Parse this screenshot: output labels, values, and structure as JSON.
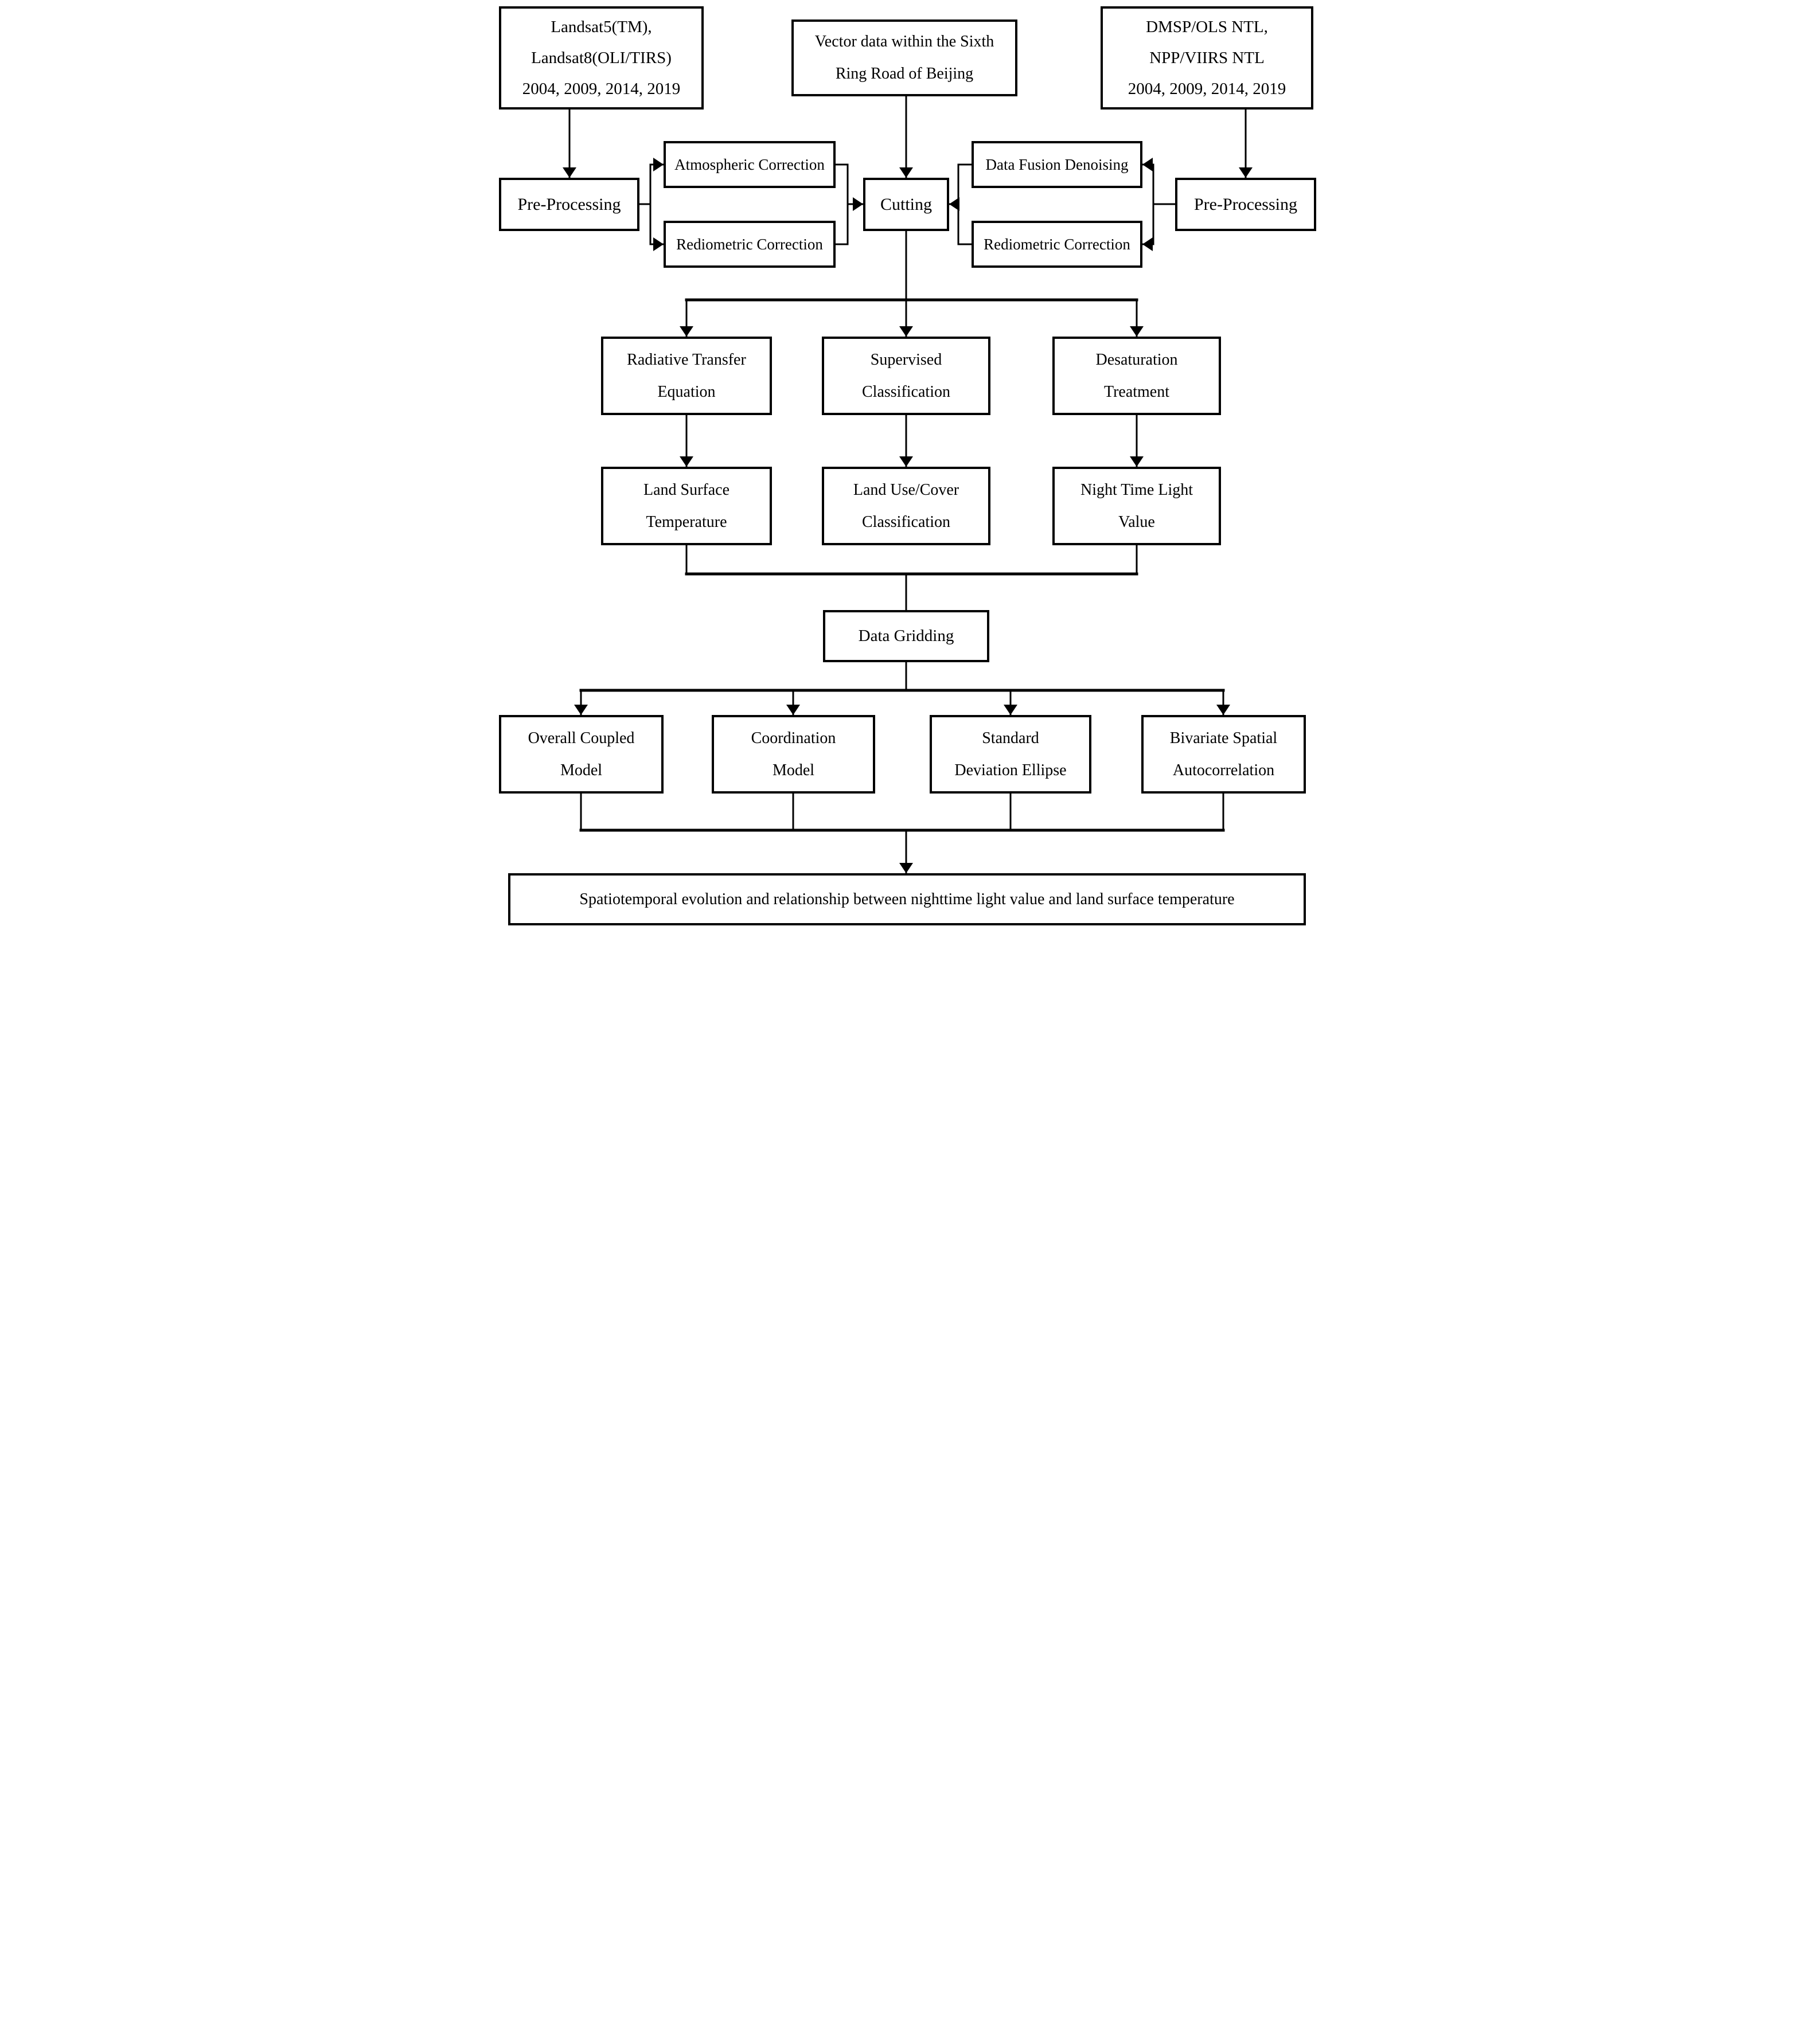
{
  "diagram": {
    "title": "",
    "colors": {
      "line": "#000000",
      "box_border": "#000000",
      "box_background": "#ffffff",
      "text": "#000000",
      "page_background": "#ffffff"
    },
    "nodes": {
      "landsat": {
        "label": "Landsat5(TM),\nLandsat8(OLI/TIRS)\n2004, 2009, 2014, 2019"
      },
      "vector": {
        "label": "Vector data within the Sixth\nRing Road of Beijing"
      },
      "dmsp": {
        "label": "DMSP/OLS NTL,\nNPP/VIIRS NTL\n2004, 2009, 2014, 2019"
      },
      "pre_left": {
        "label": "Pre-Processing"
      },
      "atmospheric": {
        "label": "Atmospheric Correction"
      },
      "radiometric_left": {
        "label": "Rediometric Correction"
      },
      "cutting": {
        "label": "Cutting"
      },
      "fusion": {
        "label": "Data Fusion Denoising"
      },
      "radiometric_right": {
        "label": "Rediometric Correction"
      },
      "pre_right": {
        "label": "Pre-Processing"
      },
      "rte": {
        "label": "Radiative Transfer\nEquation"
      },
      "supervised": {
        "label": "Supervised\nClassification"
      },
      "desaturation": {
        "label": "Desaturation\nTreatment"
      },
      "lst": {
        "label": "Land Surface\nTemperature"
      },
      "landuse": {
        "label": "Land Use/Cover\nClassification"
      },
      "ntl": {
        "label": "Night Time Light\nValue"
      },
      "gridding": {
        "label": "Data Gridding"
      },
      "coupled": {
        "label": "Overall Coupled\nModel"
      },
      "coordination": {
        "label": "Coordination\nModel"
      },
      "sde": {
        "label": "Standard\nDeviation Ellipse"
      },
      "bsa": {
        "label": "Bivariate Spatial\nAutocorrelation"
      },
      "final": {
        "label": "Spatiotemporal evolution and relationship between nighttime light value and land surface temperature"
      }
    },
    "edges": [
      {
        "from": "landsat",
        "to": "pre_left",
        "arrow": true
      },
      {
        "from": "vector",
        "to": "cutting",
        "arrow": true
      },
      {
        "from": "dmsp",
        "to": "pre_right",
        "arrow": true
      },
      {
        "from": "pre_left",
        "to": "atmospheric",
        "arrow": true
      },
      {
        "from": "pre_left",
        "to": "radiometric_left",
        "arrow": true
      },
      {
        "from": "atmospheric",
        "to": "cutting",
        "arrow": true
      },
      {
        "from": "radiometric_left",
        "to": "cutting",
        "arrow": true
      },
      {
        "from": "pre_right",
        "to": "fusion",
        "arrow": true
      },
      {
        "from": "pre_right",
        "to": "radiometric_right",
        "arrow": true
      },
      {
        "from": "fusion",
        "to": "cutting",
        "arrow": true
      },
      {
        "from": "radiometric_right",
        "to": "cutting",
        "arrow": true
      },
      {
        "from": "cutting",
        "to": "rte",
        "arrow": true
      },
      {
        "from": "cutting",
        "to": "supervised",
        "arrow": true
      },
      {
        "from": "cutting",
        "to": "desaturation",
        "arrow": true
      },
      {
        "from": "rte",
        "to": "lst",
        "arrow": true
      },
      {
        "from": "supervised",
        "to": "landuse",
        "arrow": true
      },
      {
        "from": "desaturation",
        "to": "ntl",
        "arrow": true
      },
      {
        "from": "lst",
        "to": "gridding",
        "arrow": false
      },
      {
        "from": "ntl",
        "to": "gridding",
        "arrow": false
      },
      {
        "from": "gridding",
        "to": "coupled",
        "arrow": true
      },
      {
        "from": "gridding",
        "to": "coordination",
        "arrow": true
      },
      {
        "from": "gridding",
        "to": "sde",
        "arrow": true
      },
      {
        "from": "gridding",
        "to": "bsa",
        "arrow": true
      },
      {
        "from": "coupled",
        "to": "final",
        "arrow": true
      },
      {
        "from": "coordination",
        "to": "final",
        "arrow": true
      },
      {
        "from": "sde",
        "to": "final",
        "arrow": true
      },
      {
        "from": "bsa",
        "to": "final",
        "arrow": true
      }
    ]
  }
}
